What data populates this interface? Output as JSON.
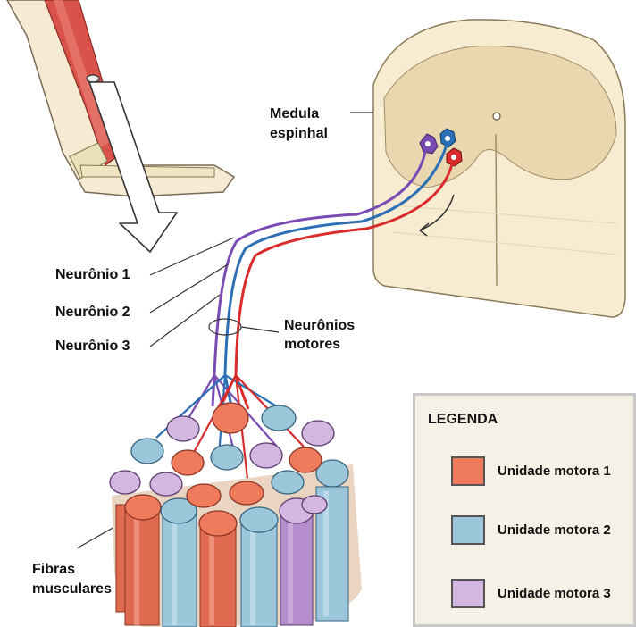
{
  "labels": {
    "spinal_cord": [
      "Medula",
      "espinhal"
    ],
    "neuron1": "Neurônio 1",
    "neuron2": "Neurônio 2",
    "neuron3": "Neurônio 3",
    "motor_neurons": [
      "Neurônios",
      "motores"
    ],
    "muscle_fibers": [
      "Fibras",
      "musculares"
    ]
  },
  "legend": {
    "title": "LEGENDA",
    "items": [
      {
        "label": "Unidade motora 1",
        "color": "#f07a5c"
      },
      {
        "label": "Unidade motora 2",
        "color": "#9cc6da"
      },
      {
        "label": "Unidade motora 3",
        "color": "#d4b7e0"
      }
    ]
  },
  "colors": {
    "neuron1": "#d92b2b",
    "neuron2": "#2b6fb5",
    "neuron3": "#7a4bb3",
    "tissue": "#f7ecd2",
    "muscle": "#c84a3c"
  },
  "icons": [
    "arm-illustration",
    "spinal-cord-cross-section",
    "muscle-fiber-bundle",
    "arrow-icon"
  ]
}
